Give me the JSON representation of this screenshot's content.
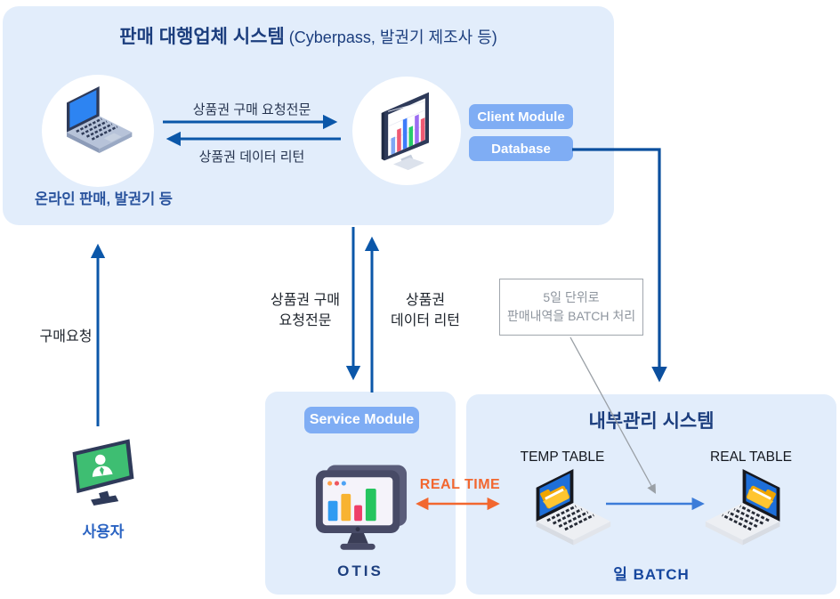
{
  "agency_box": {
    "title_bold": "판매 대행업체 시스템",
    "title_normal": " (Cyberpass, 발권기 제조사 등)",
    "arrow_request_label": "상품권 구매 요청전문",
    "arrow_return_label": "상품권 데이터 리턴",
    "laptop_caption": "온라인 판매, 발권기 등",
    "client_module_label": "Client Module",
    "database_label": "Database"
  },
  "middle": {
    "request_line1": "상품권 구매",
    "request_line2": "요청전문",
    "return_line1": "상품권",
    "return_line2": "데이터 리턴",
    "purchase_request_label": "구매요청",
    "batch_note_line1": "5일 단위로",
    "batch_note_line2": "판매내역을 BATCH 처리"
  },
  "user": {
    "label": "사용자"
  },
  "service_box": {
    "module_label": "Service Module",
    "system_label": "OTIS"
  },
  "realtime_label": "REAL TIME",
  "internal_box": {
    "title": "내부관리 시스템",
    "temp_table_label": "TEMP TABLE",
    "real_table_label": "REAL TABLE",
    "batch_label": "일 BATCH"
  },
  "colors": {
    "box_background": "#e2edfb",
    "navy_text": "#1c3e7e",
    "button_blue": "#7fadf4",
    "arrow_blue": "#0b57a9",
    "database_line_blue": "#0b4f9e",
    "table_arrow_blue": "#3c7cd9",
    "realtime_orange": "#f2672f",
    "note_gray": "#8e959e",
    "user_label_blue": "#2a63c2"
  }
}
